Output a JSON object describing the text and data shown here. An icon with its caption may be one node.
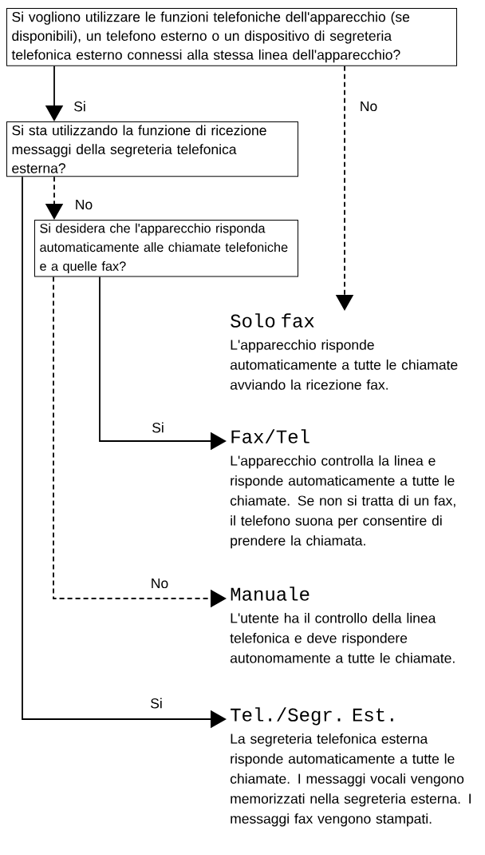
{
  "diagram": {
    "nodes": [
      {
        "text": [
          "Si vogliono utilizzare le funzioni telefoniche dell'apparecchio (se disponibili), un telefono esterno o un dispositivo di segreteria telefonica esterno connessi alla stessa linea dell'apparecchio?"
        ]
      },
      {
        "text": [
          "Si sta utilizzando la funzione di ricezione messaggi della segreteria telefonica esterna?"
        ]
      },
      {
        "text": [
          "Si desidera che l'apparecchio risponda automaticamente alle chiamate telefoniche e a quelle fax?"
        ]
      },
      {
        "text": [
          "Solo fax",
          "L'apparecchio risponde automaticamente a tutte le chiamate avviando la ricezione fax."
        ]
      },
      {
        "text": [
          "Fax/Tel",
          "L'apparecchio controlla la linea e risponde automaticamente a tutte le chiamate. Se non si tratta di un fax, il telefono suona per consentire di prendere la chiamata."
        ]
      },
      {
        "text": [
          "Manuale",
          "L'utente ha il controllo della linea telefonica e deve rispondere autonomamente a tutte le chiamate."
        ]
      },
      {
        "text": [
          "Tel./Segr. Est.",
          "La segreteria telefonica esterna risponde automaticamente a tutte le chiamate. I messaggi vocali vengono memorizzati nella segreteria esterna. I messaggi fax vengono stampati."
        ]
      }
    ],
    "edges": [
      {
        "from": 0,
        "to": 1,
        "arrow": "to",
        "label": "Si"
      },
      {
        "from": 0,
        "to": 3,
        "arrow": "to",
        "label": "No",
        "style": "dashed"
      },
      {
        "from": 1,
        "to": 2,
        "arrow": "to",
        "label": "No",
        "style": "dashed"
      },
      {
        "from": 2,
        "to": 4,
        "arrow": "to",
        "label": "Si"
      },
      {
        "from": 2,
        "to": 5,
        "arrow": "to",
        "label": "No",
        "style": "dashed"
      },
      {
        "from": 1,
        "to": 6,
        "arrow": "to",
        "label": "Si"
      }
    ]
  }
}
